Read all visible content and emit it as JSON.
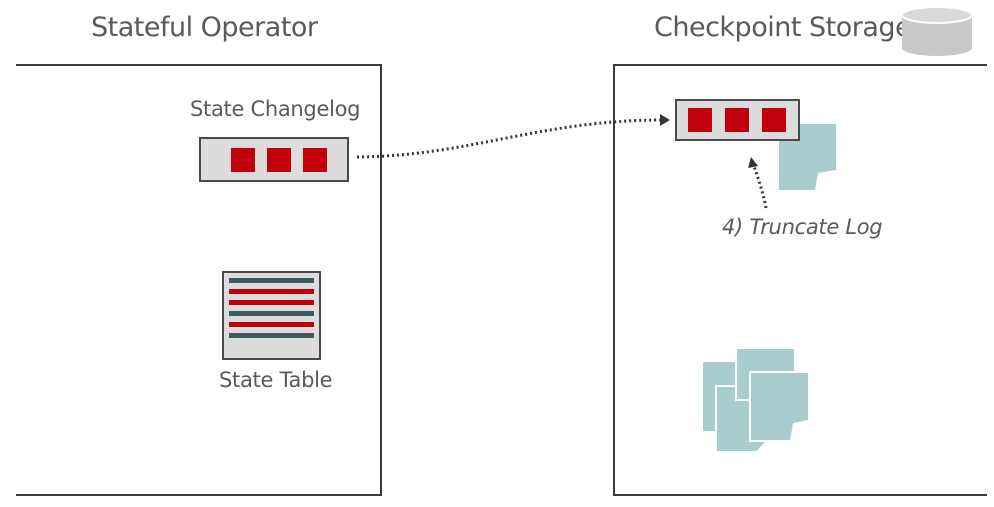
{
  "left_panel": {
    "title": "Stateful Operator",
    "changelog_label": "State Changelog",
    "table_label": "State Table"
  },
  "right_panel": {
    "title": "Checkpoint Storage",
    "annotation": "4) Truncate Log"
  },
  "colors": {
    "record_red": "#c0000d",
    "table_dark": "#3e5a5e",
    "file_teal": "#a9cccc",
    "box_gray": "#dcdcdc"
  }
}
